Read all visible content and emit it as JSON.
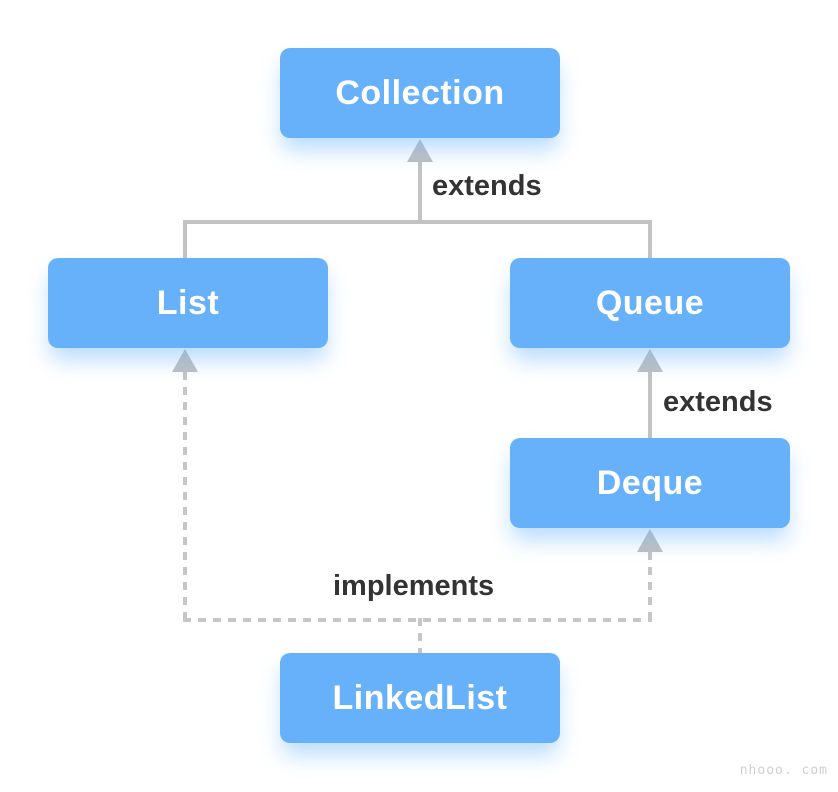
{
  "diagram": {
    "nodes": {
      "collection": {
        "label": "Collection"
      },
      "list": {
        "label": "List"
      },
      "queue": {
        "label": "Queue"
      },
      "deque": {
        "label": "Deque"
      },
      "linkedlist": {
        "label": "LinkedList"
      }
    },
    "edges": {
      "branch_to_collection": {
        "label": "extends",
        "style": "solid-arrow",
        "from": [
          "List",
          "Queue"
        ],
        "to": "Collection"
      },
      "deque_to_queue": {
        "label": "extends",
        "style": "solid-arrow",
        "from": "Deque",
        "to": "Queue"
      },
      "linkedlist_impl": {
        "label": "implements",
        "style": "dashed-arrow",
        "from": "LinkedList",
        "to": [
          "List",
          "Deque"
        ]
      }
    },
    "colors": {
      "node_fill": "#66b1fa",
      "node_text": "#ffffff",
      "connector": "#c3c3c3",
      "edge_label_text": "#333333"
    },
    "watermark": "nhooo. com"
  }
}
